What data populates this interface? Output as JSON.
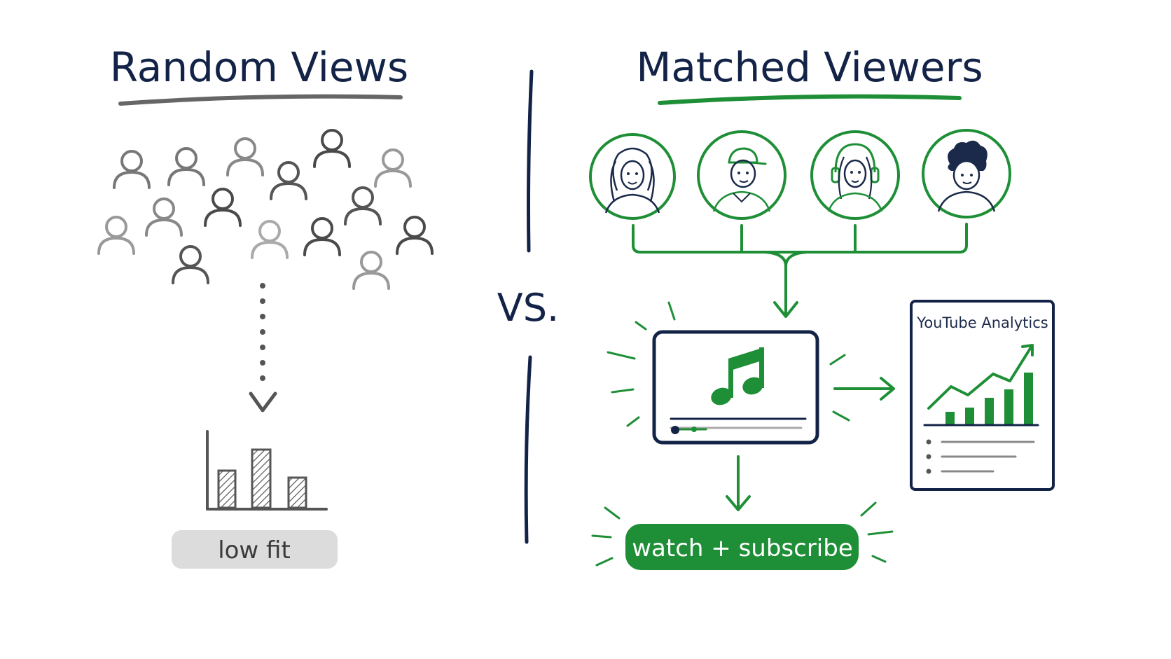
{
  "left": {
    "title": "Random Views",
    "badge": "low fit"
  },
  "divider": {
    "label": "VS."
  },
  "right": {
    "title": "Matched Viewers",
    "viewers": [
      {
        "icon": "viewer-long-hair-avatar"
      },
      {
        "icon": "viewer-cap-avatar"
      },
      {
        "icon": "viewer-headphones-avatar"
      },
      {
        "icon": "viewer-curly-hair-avatar"
      }
    ],
    "player": {
      "icon": "music-note-icon"
    },
    "analytics": {
      "title": "YouTube Analytics"
    },
    "cta": "watch + subscribe"
  },
  "colors": {
    "navy": "#132347",
    "green": "#1e8f36",
    "gray": "#6b6b6b",
    "light_gray": "#dcdcdc"
  }
}
